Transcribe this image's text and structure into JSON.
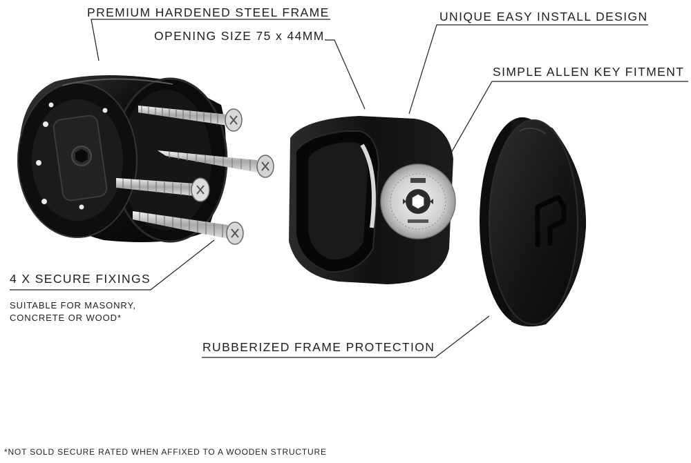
{
  "callouts": {
    "steel_frame": "PREMIUM HARDENED STEEL FRAME",
    "opening_size": "OPENING SIZE 75 x 44MM",
    "easy_install": "UNIQUE EASY INSTALL DESIGN",
    "allen_key": "SIMPLE ALLEN KEY FITMENT",
    "fixings": "4 X SECURE FIXINGS",
    "fixings_sub_line1": "SUITABLE FOR MASONRY,",
    "fixings_sub_line2": "CONCRETE OR WOOD*",
    "rubber": "RUBBERIZED FRAME PROTECTION"
  },
  "footnote": "*NOT SOLD SECURE RATED WHEN AFFIXED TO A WOODEN STRUCTURE",
  "colors": {
    "product_black": "#141414",
    "line": "#1e1e1e",
    "metal": "#c8c8c8"
  }
}
